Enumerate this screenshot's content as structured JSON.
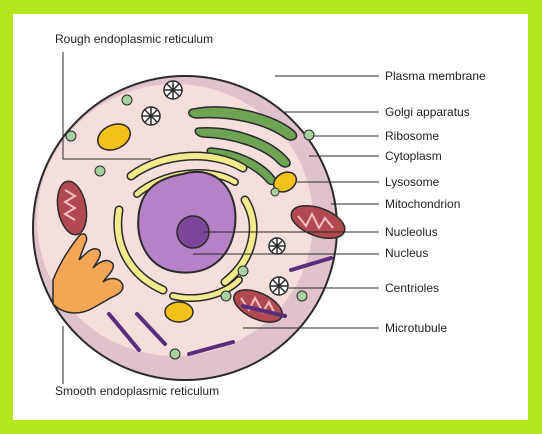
{
  "colors": {
    "background": "#b5e61d",
    "panel": "#ffffff",
    "cytoplasm": "#f6dedd",
    "membrane": "#dfc2cc",
    "nucleus": "#b681c6",
    "nucleolus": "#7d4597",
    "golgi": "#6ea255",
    "er": "#f3ea8c",
    "mitochondrion": "#b04a50",
    "lysosome": "#f2c21a",
    "microtubule": "#5a2d7a",
    "ribosome": "#a7cf9f",
    "smooth_er": "#f4a657"
  },
  "labels": {
    "rough_er": "Rough endoplasmic reticulum",
    "smooth_er": "Smooth endoplasmic reticulum",
    "plasma_membrane": "Plasma membrane",
    "golgi": "Golgi apparatus",
    "ribosome": "Ribosome",
    "cytoplasm": "Cytoplasm",
    "lysosome": "Lysosome",
    "mitochondrion": "Mitochondrion",
    "nucleolus": "Nucleolus",
    "nucleus": "Nucleus",
    "centrioles": "Centrioles",
    "microtubule": "Microtubule"
  }
}
